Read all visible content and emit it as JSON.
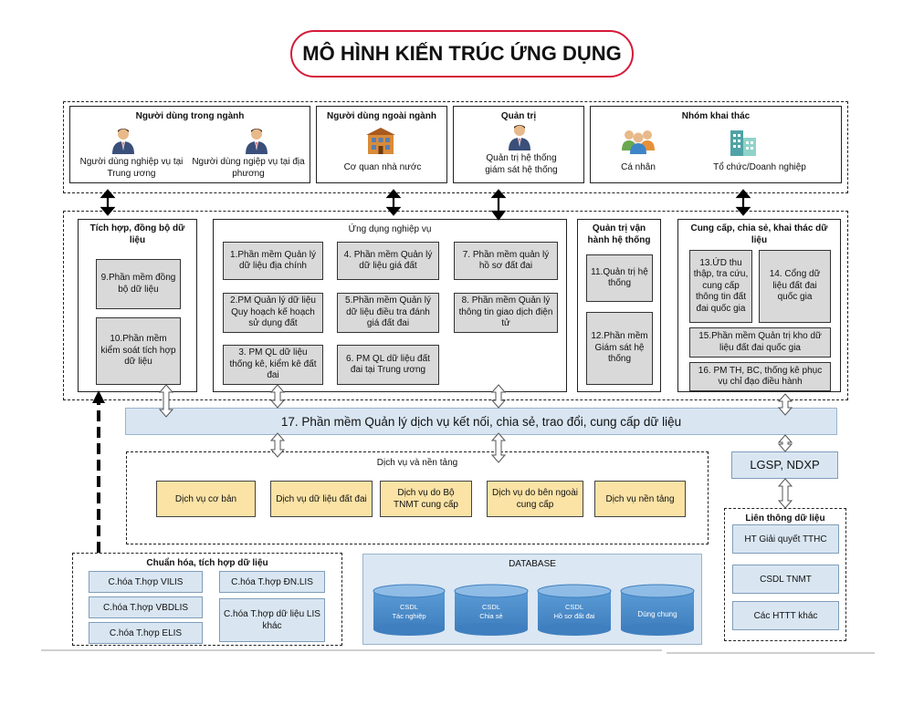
{
  "title": "MÔ HÌNH KIẾN TRÚC ỨNG DỤNG",
  "users": {
    "internal": {
      "header": "Người dùng trong ngành",
      "central": "Người dùng nghiệp vụ tại Trung ương",
      "local": "Người dùng ngiệp vụ tại địa phương"
    },
    "external": {
      "header": "Người dùng ngoài ngành",
      "label": "Cơ quan nhà nước"
    },
    "admin": {
      "header": "Quản trị",
      "label": "Quản trị hệ thống giám sát hệ thống"
    },
    "exploit": {
      "header": "Nhóm khai thác",
      "person": "Cá nhân",
      "org": "Tổ chức/Doanh nghiệp"
    }
  },
  "integration": {
    "header": "Tích hợp, đồng bộ dữ liệu",
    "items": [
      "9.Phần mềm đồng bộ dữ liệu",
      "10.Phần mềm kiểm soát tích hợp dữ liệu"
    ]
  },
  "business_apps": {
    "header": "Ứng dụng nghiệp vụ",
    "items": [
      "1.Phần mềm Quản lý dữ liệu địa chính",
      "2.PM Quản lý dữ liệu Quy hoạch kế hoạch sử dụng đất",
      "3. PM QL dữ liệu thống kê, kiểm kê đất đai",
      "4. Phần mềm Quản lý dữ liệu giá đất",
      "5.Phần mềm Quản lý dữ liệu điều tra đánh giá đất đai",
      "6. PM QL dữ liệu đất đai tại Trung ương",
      "7. Phần mềm quản lý hồ sơ  đất đai",
      "8. Phần mềm Quản lý thông tin giao dịch điện tử"
    ]
  },
  "operations": {
    "header": "Quản trị vận hành hệ thống",
    "items": [
      "11.Quản trị hệ thống",
      "12.Phần mềm Giám sát hệ thống"
    ]
  },
  "provision": {
    "header": "Cung cấp, chia sẻ, khai thác dữ liệu",
    "items": [
      "13.ỨD thu thập, tra cứu, cung cấp thông tin đất đai quốc gia",
      "14. Cổng dữ liệu đất đai quốc gia",
      "15.Phần mềm Quản trị kho dữ liệu đất đai quốc gia",
      "16. PM TH, BC, thống kê phục vụ chỉ đạo điều hành"
    ]
  },
  "connect_bar": "17. Phần mềm Quản lý dịch vụ kết nối, chia sẻ, trao đổi, cung cấp dữ liệu",
  "services": {
    "header": "Dịch vụ và nền tảng",
    "items": [
      "Dịch vụ cơ bản",
      "Dịch vụ dữ liệu đất đai",
      "Dịch vụ do Bộ TNMT cung cấp",
      "Dịch vụ do bên ngoài cung cấp",
      "Dịch vụ nền tảng"
    ]
  },
  "lgsp": "LGSP, NDXP",
  "standardize": {
    "header": "Chuẩn hóa, tích hợp dữ liệu",
    "items": [
      "C.hóa T.hợp VILIS",
      "C.hóa T.hợp VBDLIS",
      "C.hóa T.hợp ELIS",
      "C.hóa T.hợp ĐN.LIS",
      "C.hóa T.hợp dữ liệu LIS khác"
    ]
  },
  "database": {
    "header": "DATABASE",
    "items": [
      {
        "line1": "CSDL",
        "line2": "Tác nghiệp"
      },
      {
        "line1": "CSDL",
        "line2": "Chia sẻ"
      },
      {
        "line1": "CSDL",
        "line2": "Hồ sơ đất đai"
      },
      {
        "line1": "",
        "line2": "Dùng chung"
      }
    ]
  },
  "interlink": {
    "header": "Liên thông dữ liệu",
    "items": [
      "HT Giải quyết TTHC",
      "CSDL TNMT",
      "Các HTTT khác"
    ]
  },
  "colors": {
    "title_border": "#d6193a",
    "app_box": "#d9d9d9",
    "service_box": "#fbe3a6",
    "light_blue": "#d9e6f2",
    "db_cylinder": "#5b9bd5"
  }
}
